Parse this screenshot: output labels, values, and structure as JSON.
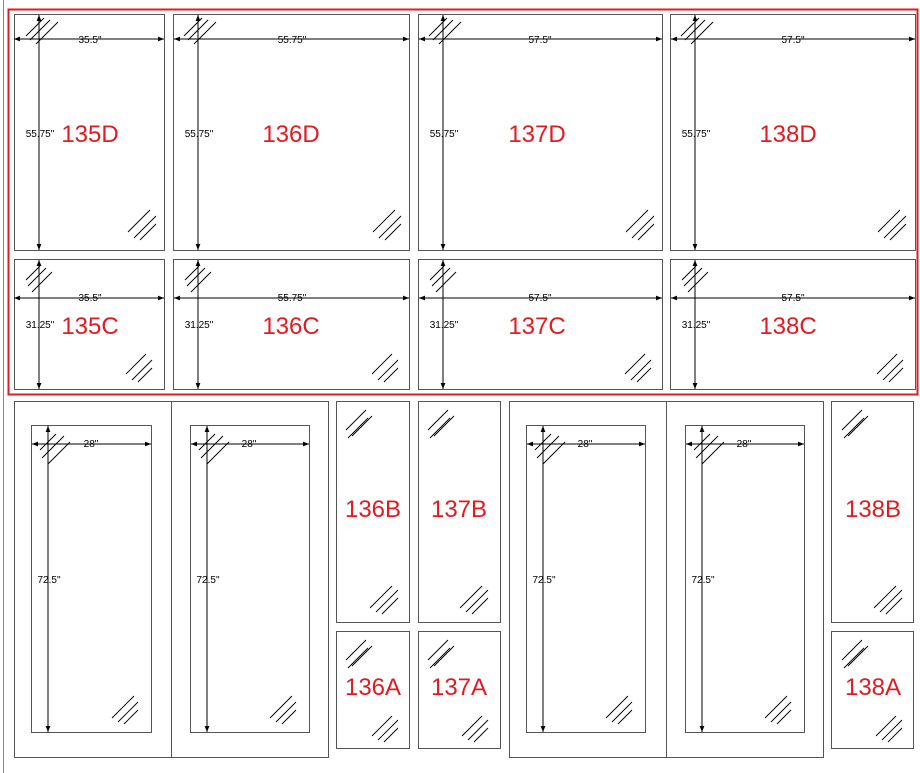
{
  "colors": {
    "label": "#e11b22",
    "highlight_border": "#e11b22",
    "outline": "#555555",
    "line": "#000000"
  },
  "panels": {
    "p135D": {
      "label": "135D",
      "width": "35.5\"",
      "height": "55.75\""
    },
    "p136D": {
      "label": "136D",
      "width": "55.75\"",
      "height": "55.75\""
    },
    "p137D": {
      "label": "137D",
      "width": "57.5\"",
      "height": "55.75\""
    },
    "p138D": {
      "label": "138D",
      "width": "57.5\"",
      "height": "55.75\""
    },
    "p135C": {
      "label": "135C",
      "width": "35.5\"",
      "height": "31.25\""
    },
    "p136C": {
      "label": "136C",
      "width": "55.75\"",
      "height": "31.25\""
    },
    "p137C": {
      "label": "137C",
      "width": "57.5\"",
      "height": "31.25\""
    },
    "p138C": {
      "label": "138C",
      "width": "57.5\"",
      "height": "31.25\""
    },
    "door1": {
      "width": "28\"",
      "height": "72.5\""
    },
    "door2": {
      "width": "28\"",
      "height": "72.5\""
    },
    "door3": {
      "width": "28\"",
      "height": "72.5\""
    },
    "door4": {
      "width": "28\"",
      "height": "72.5\""
    },
    "p136B": {
      "label": "136B"
    },
    "p137B": {
      "label": "137B"
    },
    "p138B": {
      "label": "138B"
    },
    "p136A": {
      "label": "136A"
    },
    "p137A": {
      "label": "137A"
    },
    "p138A": {
      "label": "138A"
    }
  }
}
